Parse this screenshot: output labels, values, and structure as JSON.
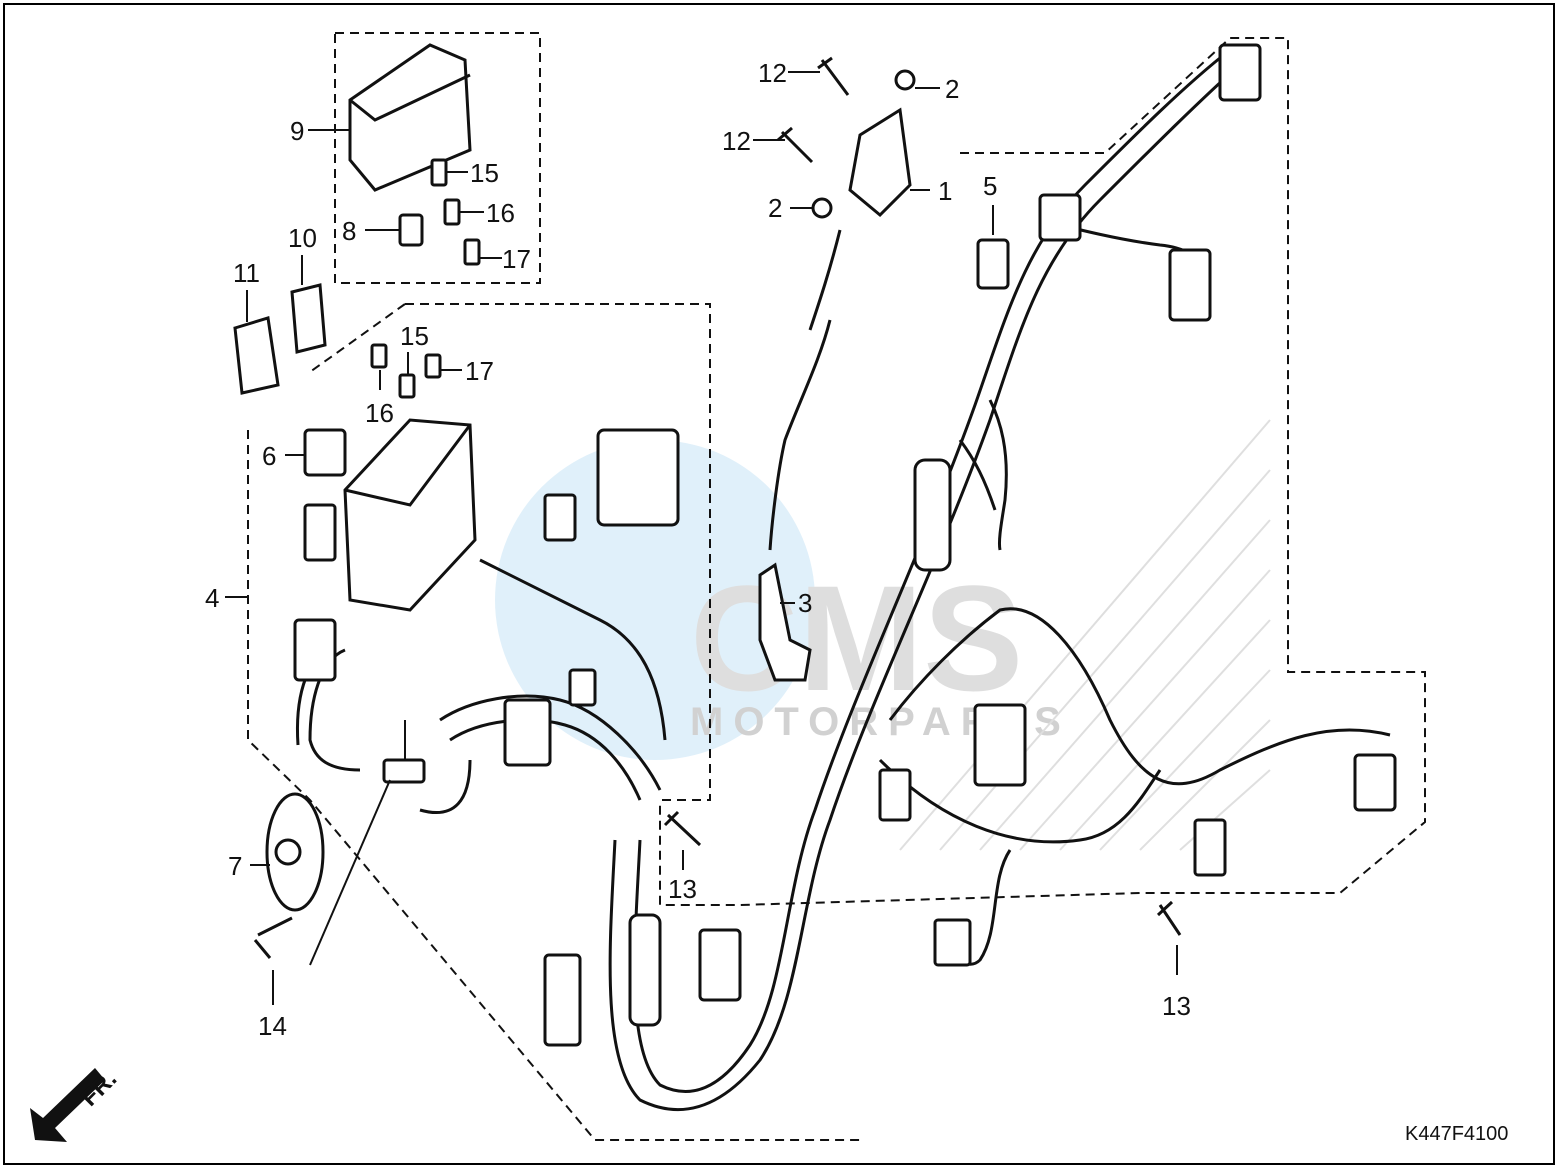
{
  "diagram": {
    "part_code": "K447F4100",
    "direction_label": "FR.",
    "watermark": {
      "brand": "CMS",
      "sub": "MOTORPARTS"
    },
    "callouts": [
      {
        "id": "c1",
        "label": "1"
      },
      {
        "id": "c2a",
        "label": "2"
      },
      {
        "id": "c2b",
        "label": "2"
      },
      {
        "id": "c3",
        "label": "3"
      },
      {
        "id": "c4",
        "label": "4"
      },
      {
        "id": "c5",
        "label": "5"
      },
      {
        "id": "c6",
        "label": "6"
      },
      {
        "id": "c7",
        "label": "7"
      },
      {
        "id": "c8",
        "label": "8"
      },
      {
        "id": "c9",
        "label": "9"
      },
      {
        "id": "c10",
        "label": "10"
      },
      {
        "id": "c11",
        "label": "11"
      },
      {
        "id": "c12a",
        "label": "12"
      },
      {
        "id": "c12b",
        "label": "12"
      },
      {
        "id": "c13a",
        "label": "13"
      },
      {
        "id": "c13b",
        "label": "13"
      },
      {
        "id": "c14",
        "label": "14"
      },
      {
        "id": "c15a",
        "label": "15"
      },
      {
        "id": "c15b",
        "label": "15"
      },
      {
        "id": "c16a",
        "label": "16"
      },
      {
        "id": "c16b",
        "label": "16"
      },
      {
        "id": "c17a",
        "label": "17"
      },
      {
        "id": "c17b",
        "label": "17"
      }
    ]
  },
  "colors": {
    "line": "#111111",
    "watermark_blue": "#3aa0dc",
    "watermark_gray": "#b8b8b8"
  }
}
